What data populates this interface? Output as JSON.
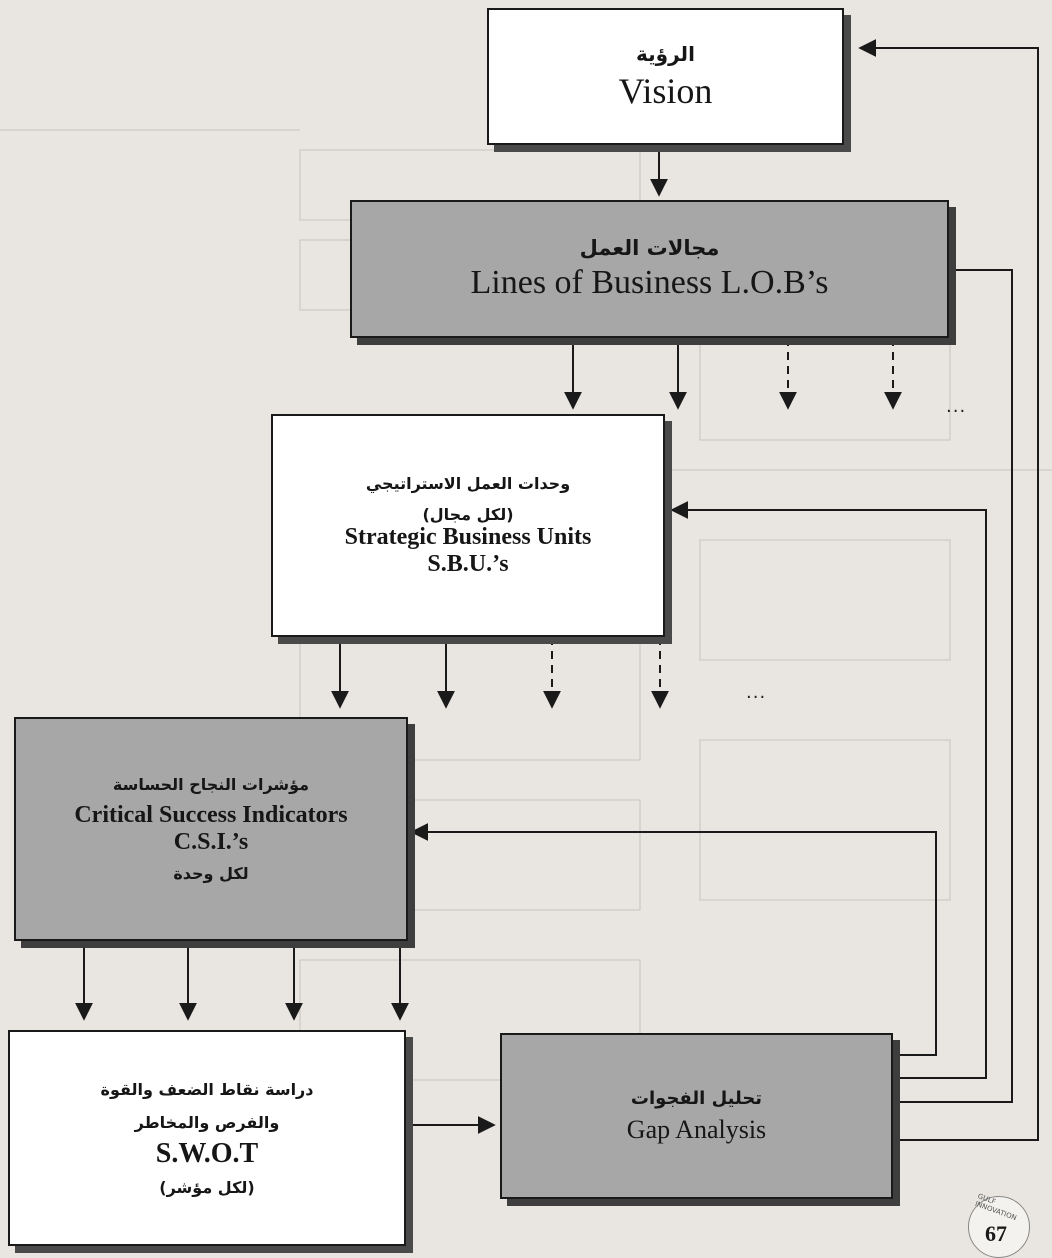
{
  "boxes": {
    "vision": {
      "ar": "الرؤية",
      "en": "Vision"
    },
    "lob": {
      "ar": "مجالات العمل",
      "en": "Lines of Business L.O.B’s"
    },
    "sbu": {
      "ar": "وحدات العمل الاستراتيجي",
      "ar2": "(لكل مجال)",
      "en": "Strategic Business Units",
      "en2": "S.B.U.’s"
    },
    "csi": {
      "ar": "مؤشرات النجاح الحساسة",
      "en": "Critical Success Indicators",
      "en2": "C.S.I.’s",
      "ar2": "لكل وحدة"
    },
    "swot": {
      "ar": "دراسة نقاط الضعف والقوة",
      "ar2": "والفرص والمخاطر",
      "en": "S.W.O.T",
      "ar3": "(لكل مؤشر)"
    },
    "gap": {
      "ar": "تحليل الفجوات",
      "en": "Gap Analysis"
    }
  },
  "ellipsis": "...",
  "badge": {
    "text": "GULF INNOVATION",
    "page": "67"
  },
  "colors": {
    "line": "#1a1a1a",
    "white_box": "#ffffff",
    "gray_box": "#a7a7a7",
    "background": "#e9e6e1"
  }
}
